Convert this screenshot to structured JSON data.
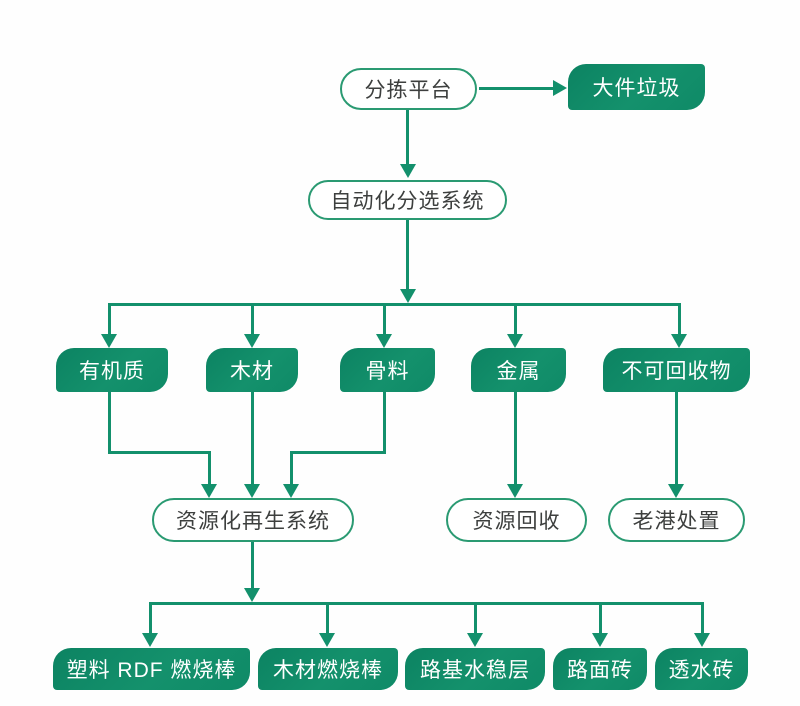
{
  "diagram": {
    "type": "flowchart",
    "colors": {
      "node_green": "#0f8a67",
      "line_green": "#13906c",
      "outline_border_green": "#2a9a72",
      "text_dark": "#3d3f3e",
      "text_light": "#ffffff",
      "background": "#ffffff"
    },
    "nodes": [
      {
        "id": "sorting-platform",
        "label": "分拣平台",
        "style": "outline"
      },
      {
        "id": "bulky-waste",
        "label": "大件垃圾",
        "style": "solid"
      },
      {
        "id": "auto-sorting-system",
        "label": "自动化分选系统",
        "style": "outline"
      },
      {
        "id": "organic-matter",
        "label": "有机质",
        "style": "solid"
      },
      {
        "id": "wood",
        "label": "木材",
        "style": "solid"
      },
      {
        "id": "aggregate",
        "label": "骨料",
        "style": "solid"
      },
      {
        "id": "metal",
        "label": "金属",
        "style": "solid"
      },
      {
        "id": "non-recyclable",
        "label": "不可回收物",
        "style": "solid"
      },
      {
        "id": "resource-regeneration-system",
        "label": "资源化再生系统",
        "style": "outline"
      },
      {
        "id": "resource-recovery",
        "label": "资源回收",
        "style": "outline"
      },
      {
        "id": "laogang-disposal",
        "label": "老港处置",
        "style": "outline"
      },
      {
        "id": "plastic-rdf-rod",
        "label": "塑料 RDF 燃烧棒",
        "style": "solid"
      },
      {
        "id": "wood-burning-rod",
        "label": "木材燃烧棒",
        "style": "solid"
      },
      {
        "id": "roadbed-stable-layer",
        "label": "路基水稳层",
        "style": "solid"
      },
      {
        "id": "pavement-brick",
        "label": "路面砖",
        "style": "solid"
      },
      {
        "id": "permeable-brick",
        "label": "透水砖",
        "style": "solid"
      }
    ],
    "edges": [
      {
        "from": "sorting-platform",
        "to": "bulky-waste"
      },
      {
        "from": "sorting-platform",
        "to": "auto-sorting-system"
      },
      {
        "from": "auto-sorting-system",
        "to": "organic-matter"
      },
      {
        "from": "auto-sorting-system",
        "to": "wood"
      },
      {
        "from": "auto-sorting-system",
        "to": "aggregate"
      },
      {
        "from": "auto-sorting-system",
        "to": "metal"
      },
      {
        "from": "auto-sorting-system",
        "to": "non-recyclable"
      },
      {
        "from": "organic-matter",
        "to": "resource-regeneration-system"
      },
      {
        "from": "wood",
        "to": "resource-regeneration-system"
      },
      {
        "from": "aggregate",
        "to": "resource-regeneration-system"
      },
      {
        "from": "metal",
        "to": "resource-recovery"
      },
      {
        "from": "non-recyclable",
        "to": "laogang-disposal"
      },
      {
        "from": "resource-regeneration-system",
        "to": "plastic-rdf-rod"
      },
      {
        "from": "resource-regeneration-system",
        "to": "wood-burning-rod"
      },
      {
        "from": "resource-regeneration-system",
        "to": "roadbed-stable-layer"
      },
      {
        "from": "resource-regeneration-system",
        "to": "pavement-brick"
      },
      {
        "from": "resource-regeneration-system",
        "to": "permeable-brick"
      }
    ]
  }
}
